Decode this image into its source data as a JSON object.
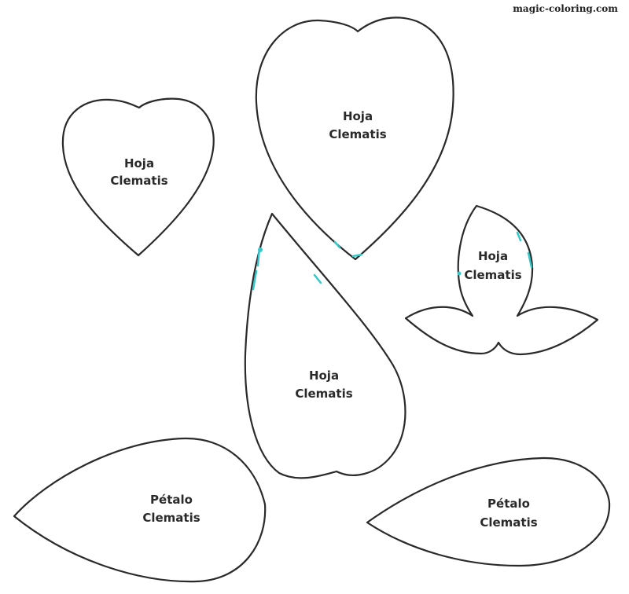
{
  "watermark": "magic-coloring.com",
  "shapes": [
    {
      "name": "heart-leaf-small",
      "line1": "Hoja",
      "line2": "Clematis"
    },
    {
      "name": "heart-leaf-large",
      "line1": "Hoja",
      "line2": "Clematis"
    },
    {
      "name": "teardrop-leaf",
      "line1": "Hoja",
      "line2": "Clematis"
    },
    {
      "name": "bud-sepal-leaf",
      "line1": "Hoja",
      "line2": "Clematis"
    },
    {
      "name": "petal-left",
      "line1": "Pétalo",
      "line2": "Clematis"
    },
    {
      "name": "petal-right",
      "line1": "Pétalo",
      "line2": "Clematis"
    }
  ],
  "colors": {
    "outline": "#2a2a2a",
    "accent_marks": "#36c7c7",
    "background": "#ffffff"
  }
}
